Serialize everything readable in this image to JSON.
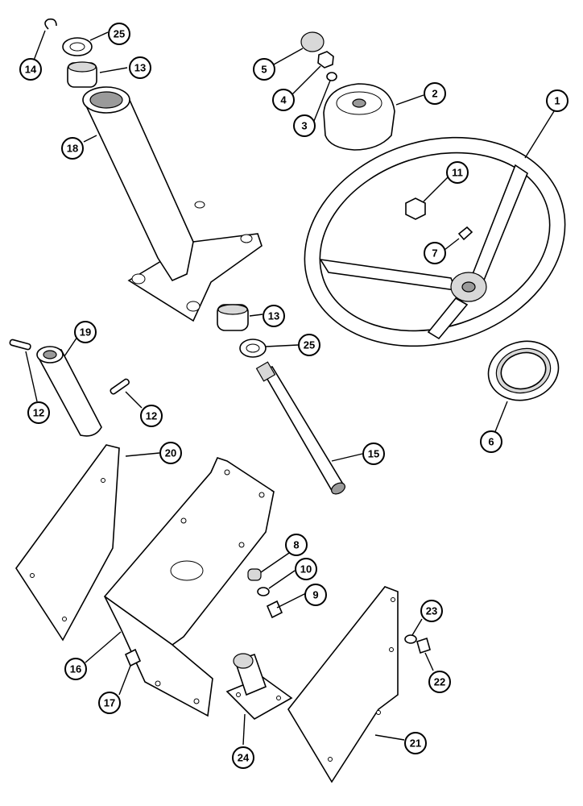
{
  "callouts": [
    {
      "id": "c1",
      "label": "1"
    },
    {
      "id": "c2",
      "label": "2"
    },
    {
      "id": "c3",
      "label": "3"
    },
    {
      "id": "c4",
      "label": "4"
    },
    {
      "id": "c5",
      "label": "5"
    },
    {
      "id": "c6",
      "label": "6"
    },
    {
      "id": "c7",
      "label": "7"
    },
    {
      "id": "c8",
      "label": "8"
    },
    {
      "id": "c9",
      "label": "9"
    },
    {
      "id": "c10",
      "label": "10"
    },
    {
      "id": "c11",
      "label": "11"
    },
    {
      "id": "c12a",
      "label": "12"
    },
    {
      "id": "c12b",
      "label": "12"
    },
    {
      "id": "c13a",
      "label": "13"
    },
    {
      "id": "c13b",
      "label": "13"
    },
    {
      "id": "c14",
      "label": "14"
    },
    {
      "id": "c15",
      "label": "15"
    },
    {
      "id": "c16",
      "label": "16"
    },
    {
      "id": "c17",
      "label": "17"
    },
    {
      "id": "c18",
      "label": "18"
    },
    {
      "id": "c19",
      "label": "19"
    },
    {
      "id": "c20",
      "label": "20"
    },
    {
      "id": "c21",
      "label": "21"
    },
    {
      "id": "c22",
      "label": "22"
    },
    {
      "id": "c23",
      "label": "23"
    },
    {
      "id": "c24",
      "label": "24"
    },
    {
      "id": "c25a",
      "label": "25"
    },
    {
      "id": "c25b",
      "label": "25"
    }
  ]
}
